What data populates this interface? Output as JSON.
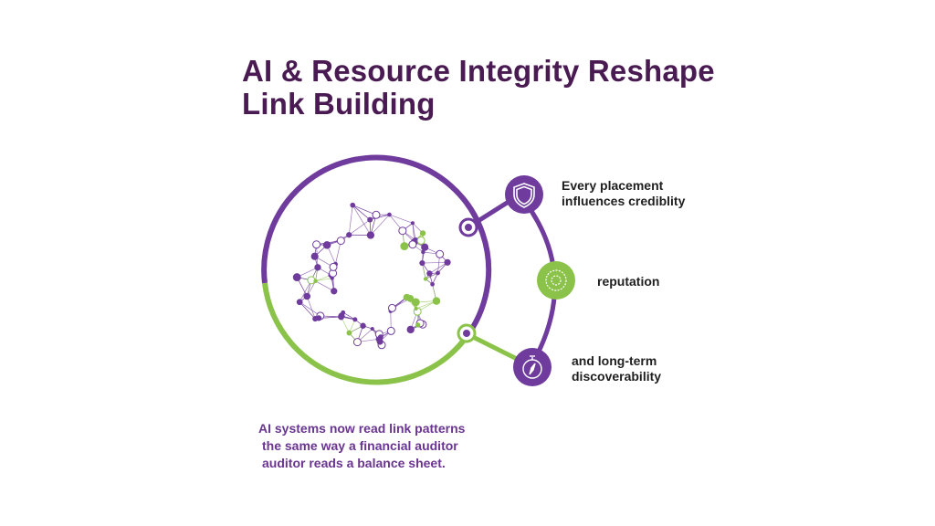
{
  "title": {
    "line1": "AI & Resource Integrity Reshape",
    "line2": "Link Building"
  },
  "colors": {
    "title": "#4a1a52",
    "purple": "#6f3b9d",
    "green": "#8bc34a",
    "caption": "#6a3590",
    "label": "#1f1f1f"
  },
  "items": [
    {
      "icon": "shield-icon",
      "color": "purple",
      "lines": [
        "Every placement",
        "influences crediblity"
      ]
    },
    {
      "icon": "gear-icon",
      "color": "green",
      "lines": [
        "reputation"
      ]
    },
    {
      "icon": "compass-icon",
      "color": "purple",
      "lines": [
        "and long-term",
        "discoverability"
      ]
    }
  ],
  "caption": {
    "line1": "AI systems now read link patterns",
    "line2": "the same way a financial auditor",
    "line3": "auditor reads a balance sheet."
  }
}
